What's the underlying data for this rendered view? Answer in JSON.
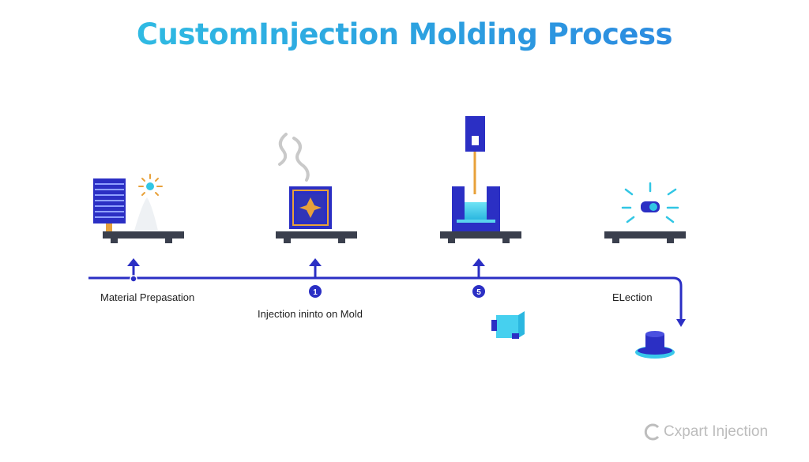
{
  "title": "CustomInjection Molding Process",
  "steps": [
    {
      "label": "Material Prepasation",
      "icon": "material-hopper-icon"
    },
    {
      "label": "Injection ininto on Mold",
      "icon": "heated-mold-icon"
    },
    {
      "label": "",
      "icon": "injection-nozzle-icon"
    },
    {
      "label": "ELection",
      "icon": "ejected-part-icon"
    }
  ],
  "badges": [
    "1",
    "5"
  ],
  "extra_icons": [
    "cube-part-icon",
    "finished-part-icon"
  ],
  "watermark": "Cxpart Injection",
  "colors": {
    "primary": "#2b2fc4",
    "accent": "#31c6e4",
    "gold": "#e8a13a",
    "platform": "#3a3f4d"
  }
}
